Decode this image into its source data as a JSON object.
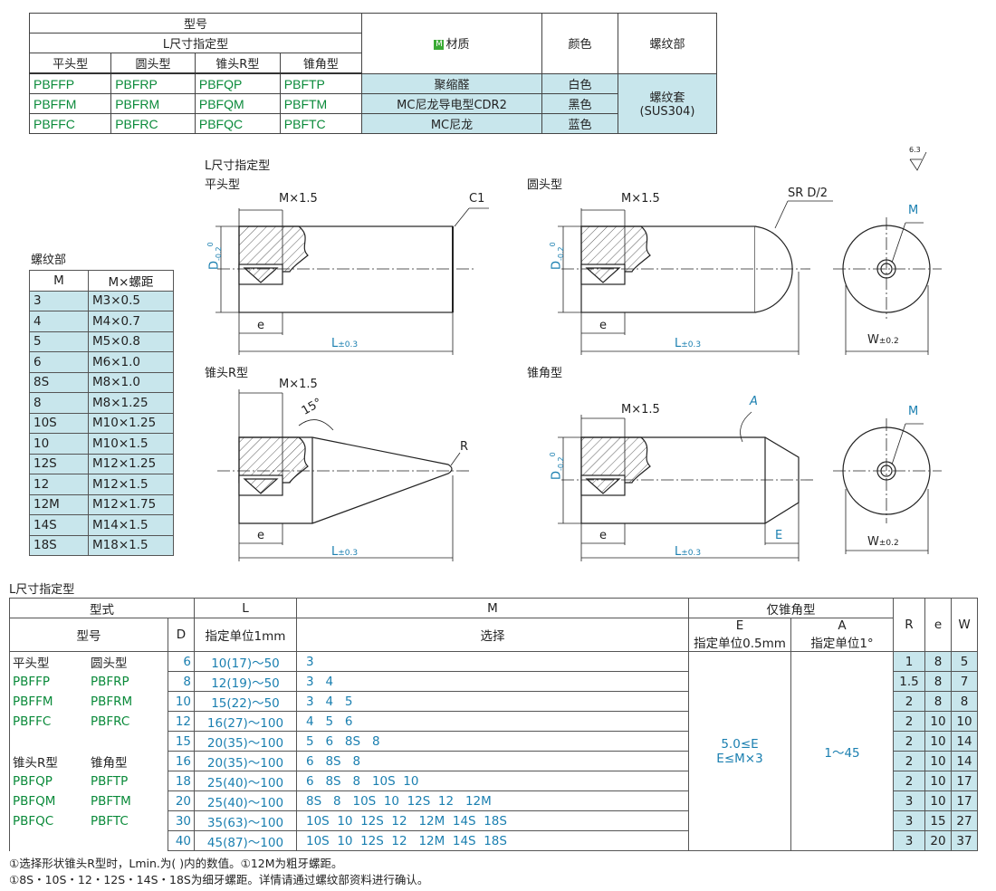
{
  "top_table": {
    "h_model": "型号",
    "h_ltype": "L尺寸指定型",
    "h_shapes": [
      "平头型",
      "圆头型",
      "锥头R型",
      "锥角型"
    ],
    "h_material_tag": "M",
    "h_material": "材质",
    "h_color": "颜色",
    "h_thread": "螺纹部",
    "rows": [
      {
        "codes": [
          "PBFFP",
          "PBFRP",
          "PBFQP",
          "PBFTP"
        ],
        "material": "聚缩醛",
        "color": "白色"
      },
      {
        "codes": [
          "PBFFM",
          "PBFRM",
          "PBFQM",
          "PBFTM"
        ],
        "material": "MC尼龙导电型CDR2",
        "color": "黑色"
      },
      {
        "codes": [
          "PBFFC",
          "PBFRC",
          "PBFQC",
          "PBFTC"
        ],
        "material": "MC尼龙",
        "color": "蓝色"
      }
    ],
    "thread_part": [
      "螺纹套",
      "(SUS304)"
    ]
  },
  "thread_table": {
    "title": "螺纹部",
    "h_m": "M",
    "h_pitch": "M×螺距",
    "rows": [
      [
        "3",
        "M3×0.5"
      ],
      [
        "4",
        "M4×0.7"
      ],
      [
        "5",
        "M5×0.8"
      ],
      [
        "6",
        "M6×1.0"
      ],
      [
        "8S",
        "M8×1.0"
      ],
      [
        "8",
        "M8×1.25"
      ],
      [
        "10S",
        "M10×1.25"
      ],
      [
        "10",
        "M10×1.5"
      ],
      [
        "12S",
        "M12×1.25"
      ],
      [
        "12",
        "M12×1.5"
      ],
      [
        "12M",
        "M12×1.75"
      ],
      [
        "14S",
        "M14×1.5"
      ],
      [
        "18S",
        "M18×1.5"
      ]
    ]
  },
  "drawings": {
    "section_title": "L尺寸指定型",
    "roughness": "6.3",
    "flat_title": "平头型",
    "round_title": "圆头型",
    "cone_r_title": "锥头R型",
    "cone_title": "锥角型",
    "m_times": "M×1.5",
    "c1": "C1",
    "srd": "SR D/2",
    "d_label": "D",
    "d_tol_up": "0",
    "d_tol_dn": "-0.2",
    "e": "e",
    "l": "L",
    "l_tol": "±0.3",
    "w": "W",
    "w_tol": "±0.2",
    "m": "M",
    "deg15": "15°",
    "r": "R",
    "a": "A",
    "e_big": "E"
  },
  "bottom_title": "L尺寸指定型",
  "bottom_table": {
    "h_type": "型式",
    "h_model": "型号",
    "h_d": "D",
    "h_l": "L",
    "h_l_sub": "指定单位1mm",
    "h_m": "M",
    "h_m_sub": "选择",
    "h_cone_only": "仅锥角型",
    "h_e": "E",
    "h_e_sub": "指定单位0.5mm",
    "h_a": "A",
    "h_a_sub": "指定单位1°",
    "h_r": "R",
    "h_e2": "e",
    "h_w": "W",
    "left_col": [
      [
        "平头型",
        "圆头型"
      ],
      [
        "PBFFP",
        "PBFRP"
      ],
      [
        "PBFFM",
        "PBFRM"
      ],
      [
        "PBFFC",
        "PBFRC"
      ],
      [
        "",
        ""
      ],
      [
        "锥头R型",
        "锥角型"
      ],
      [
        "PBFQP",
        "PBFTP"
      ],
      [
        "PBFQM",
        "PBFTM"
      ],
      [
        "PBFQC",
        "PBFTC"
      ],
      [
        "",
        ""
      ]
    ],
    "rows": [
      {
        "d": "6",
        "l": "10(17)～50",
        "m": "3",
        "r": "1",
        "e": "8",
        "w": "5"
      },
      {
        "d": "8",
        "l": "12(19)～50",
        "m": "3   4",
        "r": "1.5",
        "e": "8",
        "w": "7"
      },
      {
        "d": "10",
        "l": "15(22)～50",
        "m": "3   4   5",
        "r": "2",
        "e": "8",
        "w": "8"
      },
      {
        "d": "12",
        "l": "16(27)～100",
        "m": "4   5   6",
        "r": "2",
        "e": "10",
        "w": "10"
      },
      {
        "d": "15",
        "l": "20(35)～100",
        "m": "5   6   8S   8",
        "r": "2",
        "e": "10",
        "w": "14"
      },
      {
        "d": "16",
        "l": "20(35)～100",
        "m": "6   8S   8",
        "r": "2",
        "e": "10",
        "w": "14"
      },
      {
        "d": "18",
        "l": "25(40)～100",
        "m": "6   8S   8   10S  10",
        "r": "2",
        "e": "10",
        "w": "17"
      },
      {
        "d": "20",
        "l": "25(40)～100",
        "m": "8S   8   10S  10  12S  12   12M",
        "r": "3",
        "e": "10",
        "w": "17"
      },
      {
        "d": "30",
        "l": "35(63)～100",
        "m": "10S  10  12S  12   12M  14S  18S",
        "r": "3",
        "e": "15",
        "w": "27"
      },
      {
        "d": "40",
        "l": "45(87)～100",
        "m": "10S  10  12S  12   12M  14S  18S",
        "r": "3",
        "e": "20",
        "w": "37"
      }
    ],
    "e_val": [
      "5.0≤E",
      "E≤M×3"
    ],
    "a_val": "1～45"
  },
  "footnotes": [
    "①选择形状锥头R型时，Lmin.为(   )内的数值。①12M为粗牙螺距。",
    "①8S・10S・12・12S・14S・18S为细牙螺距。详情请通过螺纹部资料进行确认。"
  ]
}
